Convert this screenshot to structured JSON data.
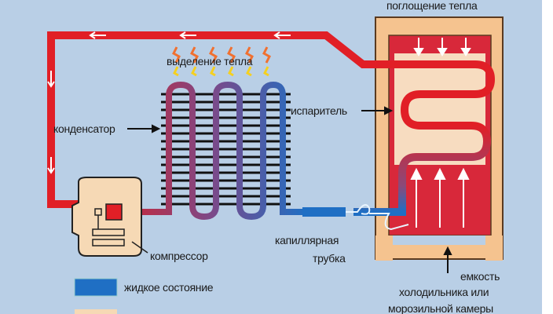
{
  "labels": {
    "heat_absorption": "поглощение тепла",
    "heat_release": "выделение тепла",
    "condenser": "конденсатор",
    "evaporator": "испаритель",
    "compressor": "компрессор",
    "capillary_line1": "капиллярная",
    "capillary_line2": "трубка",
    "container_line1": "емкость",
    "container_line2": "холодильника или",
    "container_line3": "морозильной камеры"
  },
  "legend": [
    {
      "label": "жидкое состояние",
      "color": "#1f6fc4"
    },
    {
      "label": "",
      "color": "#f6d9b5"
    }
  ],
  "colors": {
    "hot": "#e11f26",
    "cold": "#1f6fc4",
    "background": "#b9cfe6",
    "cabinet": "#f5c38f"
  }
}
